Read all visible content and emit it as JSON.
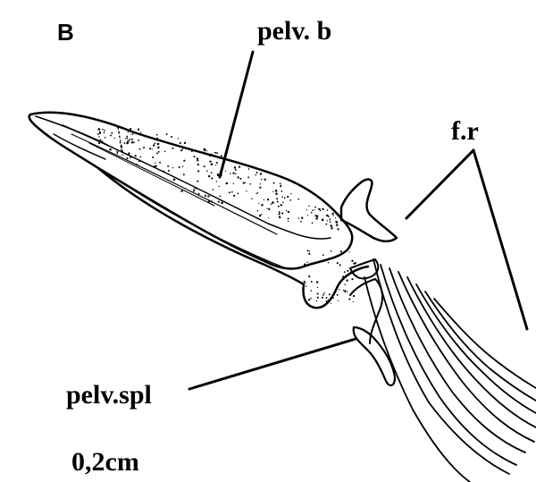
{
  "figure": {
    "panel_letter": "B",
    "labels": {
      "pelvic_bone": "pelv. b",
      "fin_rays": "f.r",
      "pelvic_splint": "pelv.spl"
    },
    "scale_text": "0,2cm"
  },
  "colors": {
    "ink": "#000000",
    "paper": "#ffffff"
  }
}
